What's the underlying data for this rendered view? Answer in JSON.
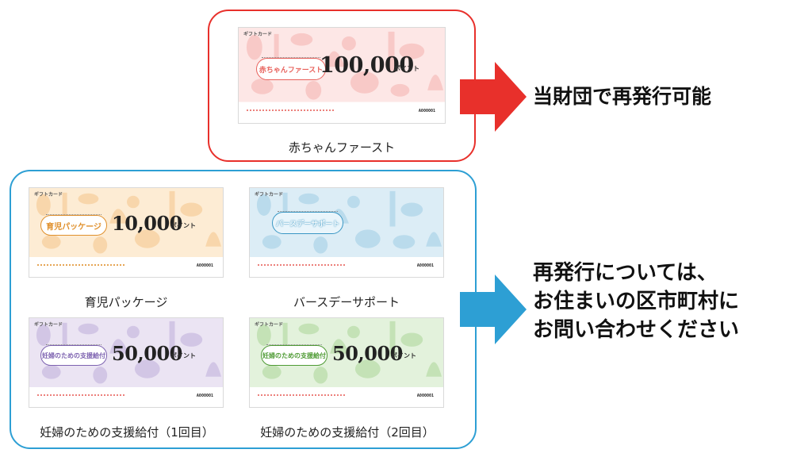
{
  "cards": [
    {
      "id": "akachan",
      "brand": "ギフトカード",
      "logo": "赤ちゃんファースト",
      "amount": "100,000",
      "unit": "ポイント",
      "serial": "A000001",
      "caption": "赤ちゃんファースト",
      "bg": "#fde7e6",
      "accent": "#f2a6a2",
      "logo_color": "#e8615b"
    },
    {
      "id": "ikuji",
      "brand": "ギフトカード",
      "logo": "育児パッケージ",
      "amount": "10,000",
      "unit": "ポイント",
      "serial": "A000001",
      "caption": "育児パッケージ",
      "bg": "#fdecd4",
      "accent": "#f5c283",
      "logo_color": "#e0902c"
    },
    {
      "id": "birth",
      "brand": "ギフトカード",
      "logo": "バースデーサポート",
      "amount": "",
      "unit": "",
      "serial": "A000001",
      "caption": "バースデーサポート",
      "bg": "#dcedf6",
      "accent": "#9fcde4",
      "logo_color": "#3a97c4"
    },
    {
      "id": "ninpu1",
      "brand": "ギフトカード",
      "logo": "妊婦のための支援給付",
      "amount": "50,000",
      "unit": "ポイント",
      "serial": "A000001",
      "caption": "妊婦のための支援給付（1回目）",
      "bg": "#ebe4f3",
      "accent": "#bfaedb",
      "logo_color": "#7d62b0"
    },
    {
      "id": "ninpu2",
      "brand": "ギフトカード",
      "logo": "妊婦のための支援給付",
      "amount": "50,000",
      "unit": "ポイント",
      "serial": "A000001",
      "caption": "妊婦のための支援給付（2回目）",
      "bg": "#e3f2dc",
      "accent": "#abd698",
      "logo_color": "#4f9b35"
    }
  ],
  "notes": {
    "red": "当財団で再発行可能",
    "blue_lines": [
      "再発行については、",
      "お住まいの区市町村に",
      "お問い合わせください"
    ]
  },
  "colors": {
    "red": "#e8302b",
    "blue": "#2d9fd4"
  }
}
